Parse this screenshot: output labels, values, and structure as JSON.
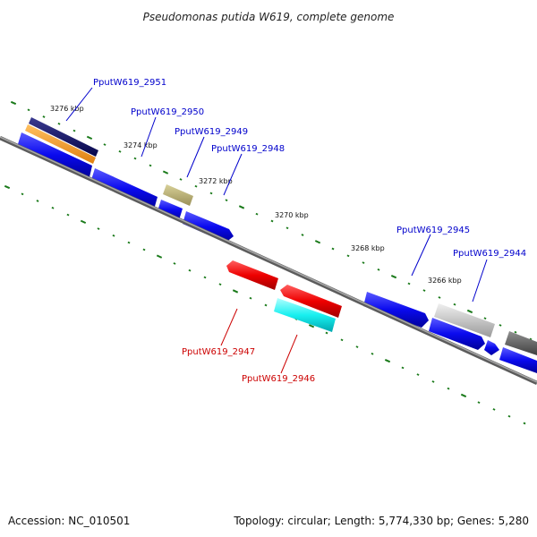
{
  "title": "Pseudomonas putida W619, complete genome",
  "footer": {
    "accession": "Accession: NC_010501",
    "summary": "Topology: circular; Length: 5,774,330 bp; Genes: 5,280"
  },
  "colors": {
    "forward_label": "#0000cc",
    "reverse_label": "#cc0000",
    "tick": "#1a7a1a",
    "backbone": "#777777",
    "cds": "#0a0aee"
  },
  "scale_labels": [
    "3276 kbp",
    "3274 kbp",
    "3272 kbp",
    "3270 kbp",
    "3268 kbp",
    "3266 kbp"
  ],
  "genes": [
    {
      "id": "PputW619_2951",
      "strand": "forward"
    },
    {
      "id": "PputW619_2950",
      "strand": "forward"
    },
    {
      "id": "PputW619_2949",
      "strand": "forward"
    },
    {
      "id": "PputW619_2948",
      "strand": "forward"
    },
    {
      "id": "PputW619_2947",
      "strand": "reverse"
    },
    {
      "id": "PputW619_2946",
      "strand": "reverse"
    },
    {
      "id": "PputW619_2945",
      "strand": "forward"
    },
    {
      "id": "PputW619_2944",
      "strand": "forward"
    }
  ]
}
